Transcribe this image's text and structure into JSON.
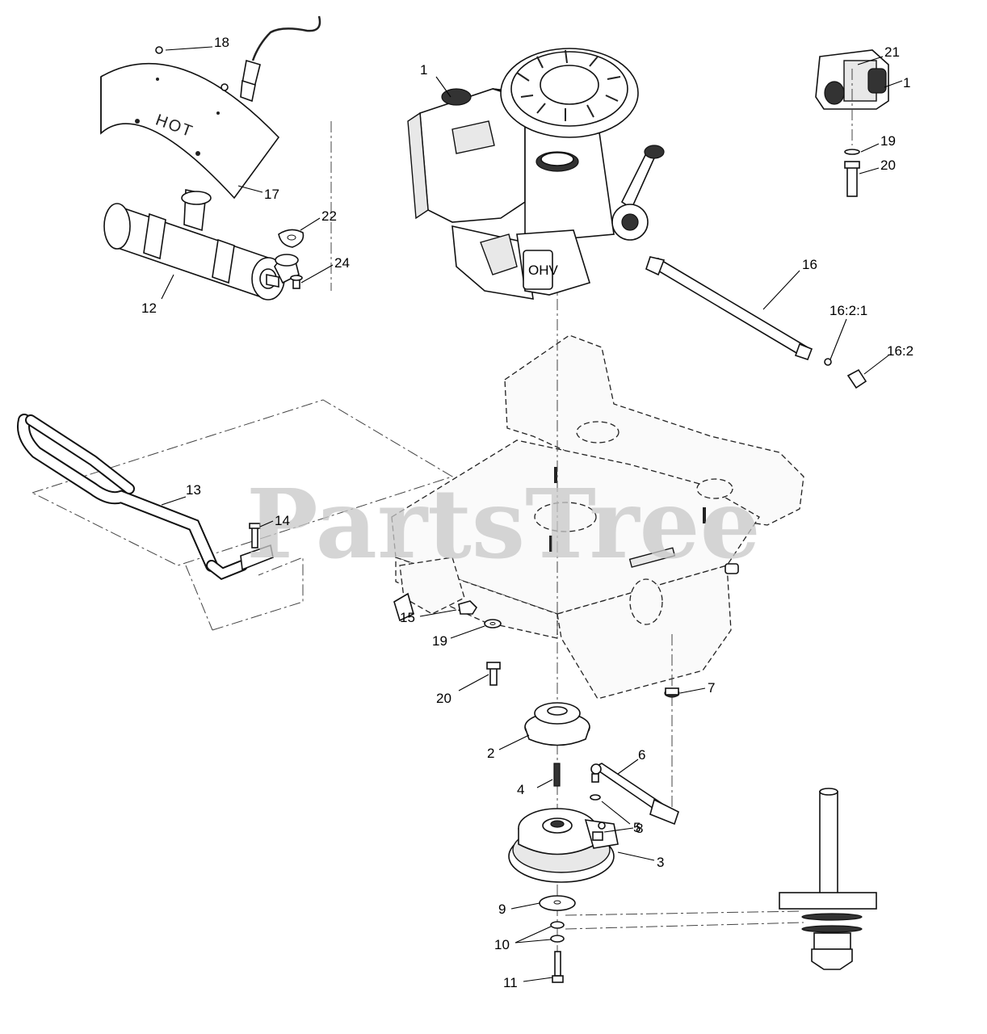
{
  "watermark": "PartsTree",
  "muffler_guard_text": "HOT",
  "callouts": [
    {
      "id": "c1a",
      "label": "1"
    },
    {
      "id": "c1b",
      "label": "1"
    },
    {
      "id": "c2",
      "label": "2"
    },
    {
      "id": "c3",
      "label": "3"
    },
    {
      "id": "c4",
      "label": "4"
    },
    {
      "id": "c5",
      "label": "5"
    },
    {
      "id": "c6",
      "label": "6"
    },
    {
      "id": "c7",
      "label": "7"
    },
    {
      "id": "c8",
      "label": "8"
    },
    {
      "id": "c9",
      "label": "9"
    },
    {
      "id": "c10",
      "label": "10"
    },
    {
      "id": "c11",
      "label": "11"
    },
    {
      "id": "c12",
      "label": "12"
    },
    {
      "id": "c13",
      "label": "13"
    },
    {
      "id": "c14",
      "label": "14"
    },
    {
      "id": "c15",
      "label": "15"
    },
    {
      "id": "c16",
      "label": "16"
    },
    {
      "id": "c16_2",
      "label": "16:2"
    },
    {
      "id": "c16_2_1",
      "label": "16:2:1"
    },
    {
      "id": "c17",
      "label": "17"
    },
    {
      "id": "c18",
      "label": "18"
    },
    {
      "id": "c19a",
      "label": "19"
    },
    {
      "id": "c19b",
      "label": "19"
    },
    {
      "id": "c20a",
      "label": "20"
    },
    {
      "id": "c20b",
      "label": "20"
    },
    {
      "id": "c21",
      "label": "21"
    },
    {
      "id": "c22",
      "label": "22"
    },
    {
      "id": "c24",
      "label": "24"
    }
  ]
}
